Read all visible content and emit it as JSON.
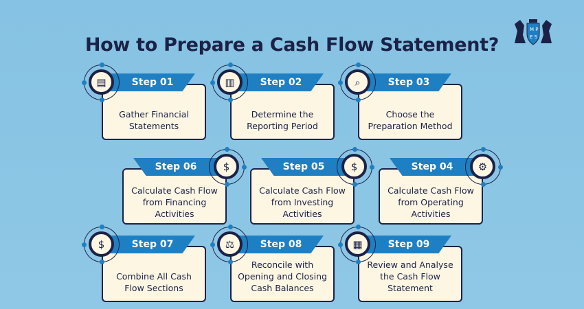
{
  "title": "How to Prepare a Cash Flow Statement?",
  "logo": {
    "letters": "MPES"
  },
  "colors": {
    "accent": "#1f7fc3",
    "navy": "#1c2247",
    "card": "#fdf6e3",
    "background": "#8fc8e6"
  },
  "steps": [
    {
      "label": "Step 01",
      "text": "Gather Financial Statements",
      "icon": "document-calculator-icon"
    },
    {
      "label": "Step 02",
      "text": "Determine the Reporting Period",
      "icon": "building-chart-icon"
    },
    {
      "label": "Step 03",
      "text": "Choose the Preparation Method",
      "icon": "magnifier-document-icon"
    },
    {
      "label": "Step 04",
      "text": "Calculate Cash Flow from Operating Activities",
      "icon": "gears-icon"
    },
    {
      "label": "Step 05",
      "text": "Calculate Cash Flow from Investing Activities",
      "icon": "money-growth-icon"
    },
    {
      "label": "Step 06",
      "text": "Calculate Cash Flow from Financing Activities",
      "icon": "hands-coin-icon"
    },
    {
      "label": "Step 07",
      "text": "Combine All Cash Flow Sections",
      "icon": "coin-cycle-icon"
    },
    {
      "label": "Step 08",
      "text": "Reconcile with Opening and Closing Cash Balances",
      "icon": "balance-chart-icon"
    },
    {
      "label": "Step 09",
      "text": "Review and Analyse the Cash Flow Statement",
      "icon": "report-review-icon"
    }
  ]
}
